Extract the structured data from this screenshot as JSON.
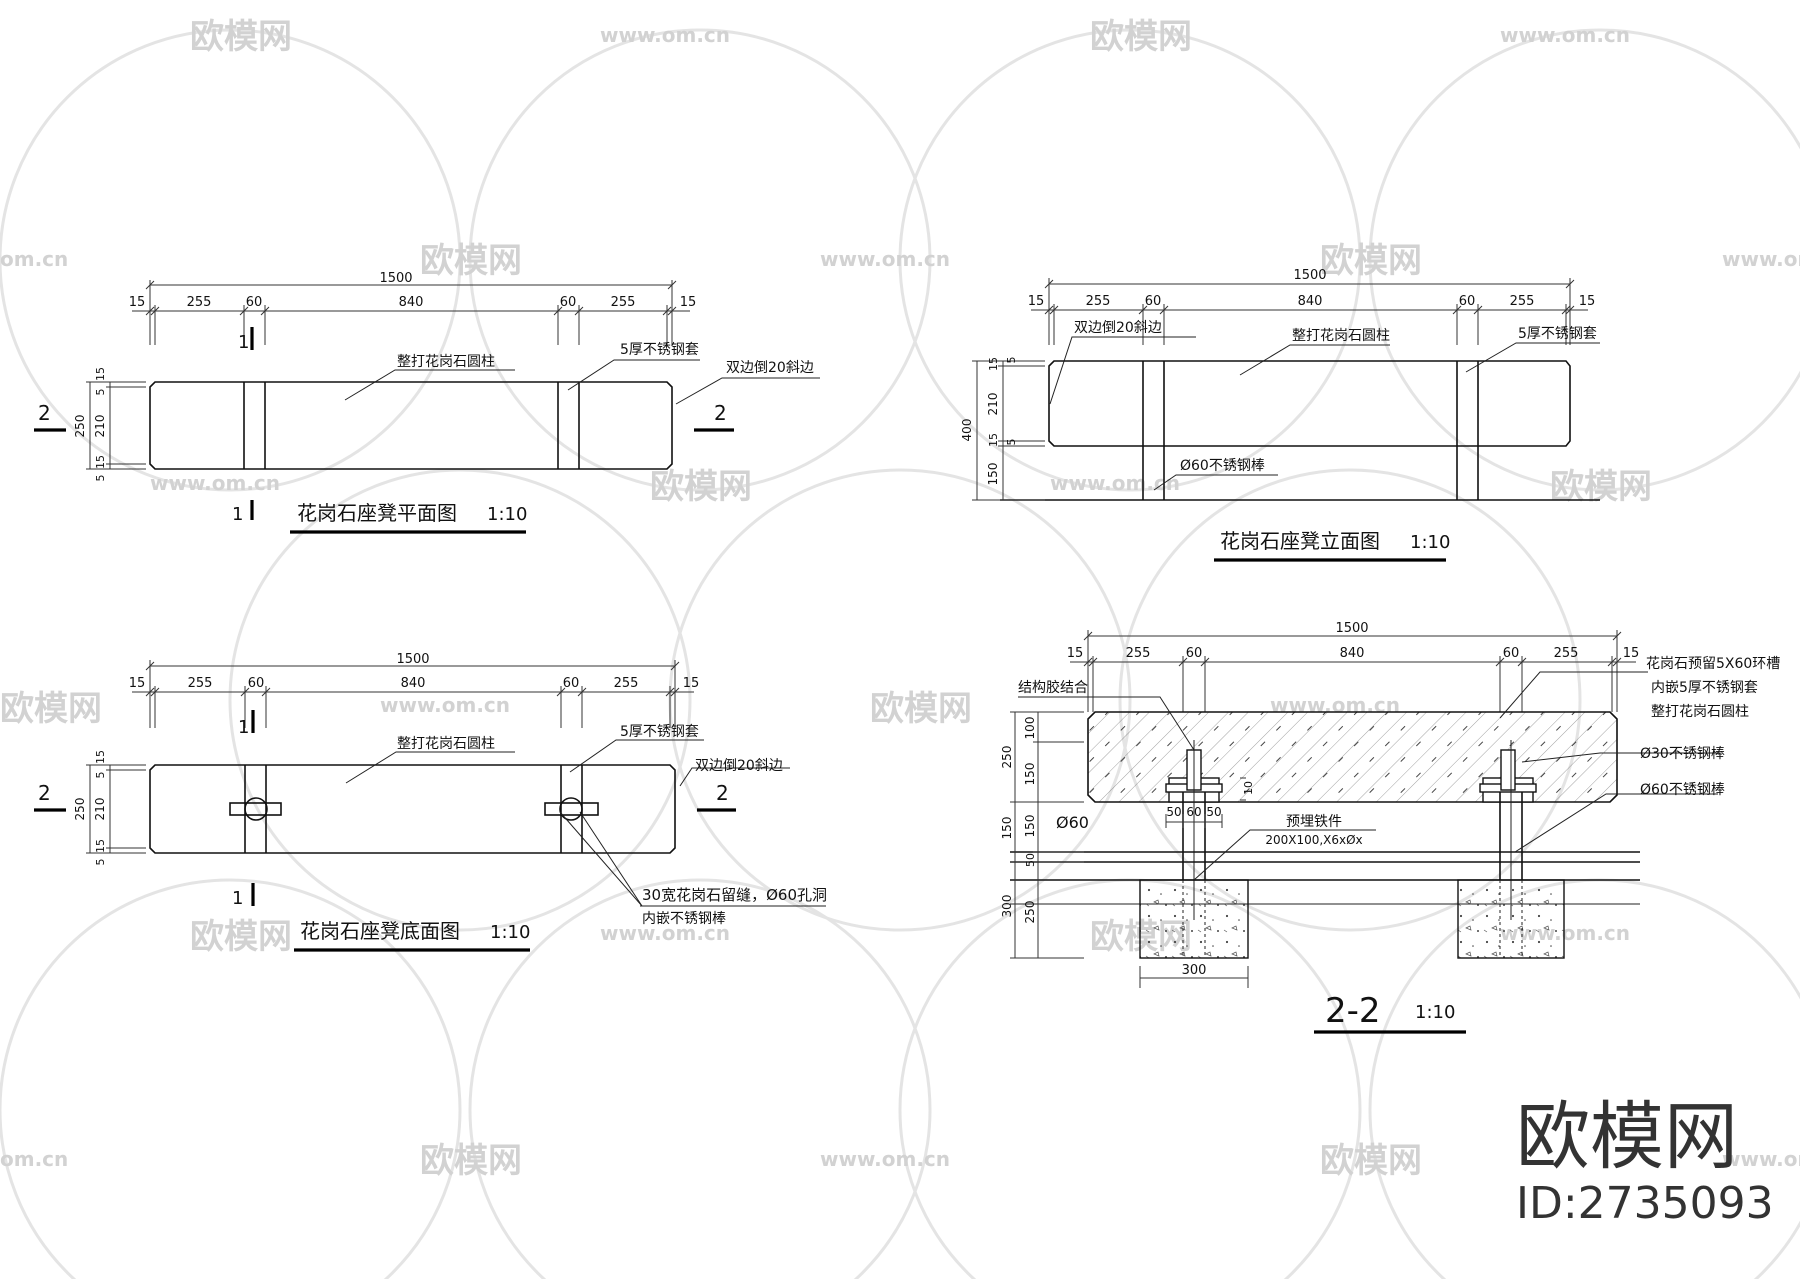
{
  "watermark": {
    "brand": "欧模网",
    "site": "www.om.cn",
    "site_short": "om.cn"
  },
  "brand_block": {
    "name": "欧模网",
    "id": "ID:2735093"
  },
  "plan_view": {
    "title": "花岗石座凳平面图",
    "scale": "1:10",
    "dims_top": [
      "15",
      "255",
      "60",
      "840",
      "60",
      "255",
      "15"
    ],
    "dim_total": "1500",
    "dims_left": [
      "15",
      "5",
      "210",
      "15",
      "5"
    ],
    "dim_left_total": "250",
    "section_mark_1": "1",
    "section_mark_2": "2",
    "label_column": "整打花岗石圆柱",
    "label_sleeve": "5厚不锈钢套",
    "label_chamfer": "双边倒20斜边"
  },
  "elevation_view": {
    "title": "花岗石座凳立面图",
    "scale": "1:10",
    "dims_top": [
      "15",
      "255",
      "60",
      "840",
      "60",
      "255",
      "15"
    ],
    "dim_total": "1500",
    "dims_left": [
      "15",
      "5",
      "210",
      "15",
      "5",
      "150"
    ],
    "dim_left_total": "400",
    "label_chamfer": "双边倒20斜边",
    "label_column": "整打花岗石圆柱",
    "label_sleeve": "5厚不锈钢套",
    "label_rod": "Ø60不锈钢棒"
  },
  "bottom_view": {
    "title": "花岗石座凳底面图",
    "scale": "1:10",
    "dims_top": [
      "15",
      "255",
      "60",
      "840",
      "60",
      "255",
      "15"
    ],
    "dim_total": "1500",
    "dims_left": [
      "15",
      "5",
      "210",
      "15",
      "5"
    ],
    "dim_left_total": "250",
    "section_mark_1": "1",
    "section_mark_2": "2",
    "label_column": "整打花岗石圆柱",
    "label_sleeve": "5厚不锈钢套",
    "label_chamfer": "双边倒20斜边",
    "label_slot_1": "30宽花岗石留缝，Ø60孔洞",
    "label_slot_2": "内嵌不锈钢棒"
  },
  "section_view": {
    "title": "2-2",
    "scale": "1:10",
    "dims_top": [
      "15",
      "255",
      "60",
      "840",
      "60",
      "255",
      "15"
    ],
    "dim_total": "1500",
    "dims_left_inner": [
      "100",
      "150",
      "150",
      "50",
      "250"
    ],
    "dims_left_outer": [
      "250",
      "150",
      "300"
    ],
    "dim_bottom": "300",
    "dims_plate": [
      "50",
      "60",
      "50"
    ],
    "dim_plate_h": "10",
    "label_glue": "结构胶结合",
    "label_groove_1": "花岗石预留5X60环槽",
    "label_groove_2": "内嵌5厚不锈钢套",
    "label_column": "整打花岗石圆柱",
    "label_rod30": "Ø30不锈钢棒",
    "label_rod60": "Ø60不锈钢棒",
    "label_d60": "Ø60",
    "label_embed_1": "预埋铁件",
    "label_embed_2": "200X100,X6xØx"
  }
}
